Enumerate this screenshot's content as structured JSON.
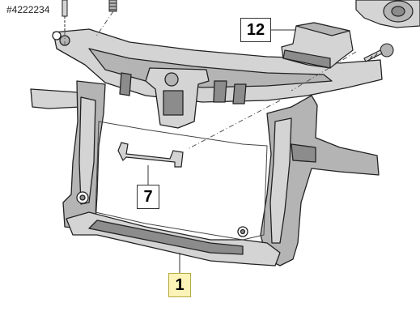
{
  "reference_id": "#4222234",
  "callouts": [
    {
      "label": "1",
      "part": "front-carrier"
    },
    {
      "label": "7",
      "part": "bracket"
    },
    {
      "label": "12",
      "part": "air-duct-guide"
    }
  ],
  "colors": {
    "line": "#222222",
    "fill_light": "#d4d4d4",
    "fill_mid": "#b4b4b4",
    "fill_dark": "#8c8c8c",
    "highlight_fill": "#fbf3b7"
  }
}
